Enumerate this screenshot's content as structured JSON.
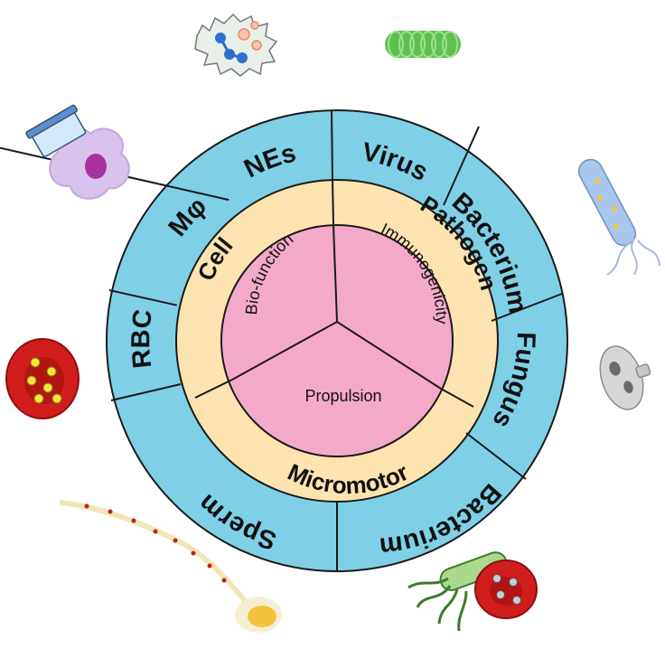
{
  "diagram": {
    "colors": {
      "outer_ring": "#7fd0e6",
      "middle_ring": "#fde3b0",
      "inner_disk": "#f5a9c9",
      "stroke": "#1a1a1a"
    },
    "outer_ring": {
      "mphi": "Mφ",
      "nes": "NEs",
      "virus": "Virus",
      "bacterium_top": "Bacterium",
      "fungus": "Fungus",
      "bacterium_bottom": "Bacterium",
      "sperm": "Sperm",
      "rbc": "RBC"
    },
    "middle_ring": {
      "cell": "Cell",
      "pathogen": "Pathogen",
      "micromotor": "Micromotor"
    },
    "inner_disk": {
      "bio_function": "Bio-function",
      "immunogenicity": "Immunogenicity",
      "propulsion": "Propulsion"
    },
    "illustrations": [
      "immune-cell-icon",
      "virus-capsule-icon",
      "macrophage-icon",
      "rod-bacterium-icon",
      "red-blood-cell-icon",
      "fungal-spore-icon",
      "sperm-cell-icon",
      "bacterium-with-rbc-icon"
    ]
  }
}
